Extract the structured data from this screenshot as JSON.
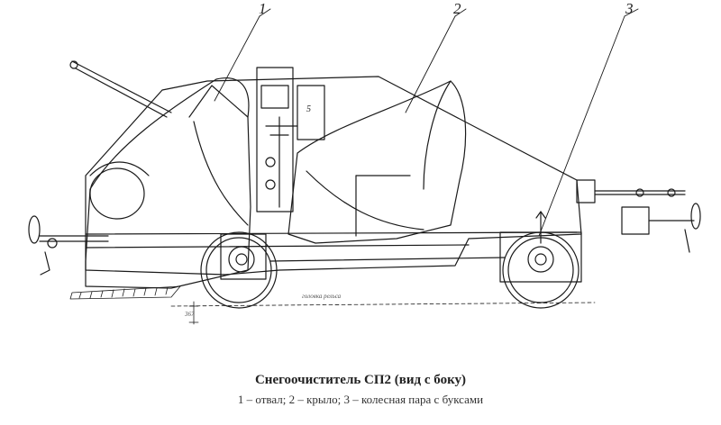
{
  "callouts": {
    "c1": "1",
    "c2": "2",
    "c3": "3",
    "c5": "5"
  },
  "caption": {
    "title": "Снегоочиститель СП2 (вид с боку)",
    "legend": "1 – отвал; 2 – крыло; 3 – колесная пара с буксами"
  },
  "notes": {
    "rail_head": "головка рельса",
    "dim": "367"
  }
}
